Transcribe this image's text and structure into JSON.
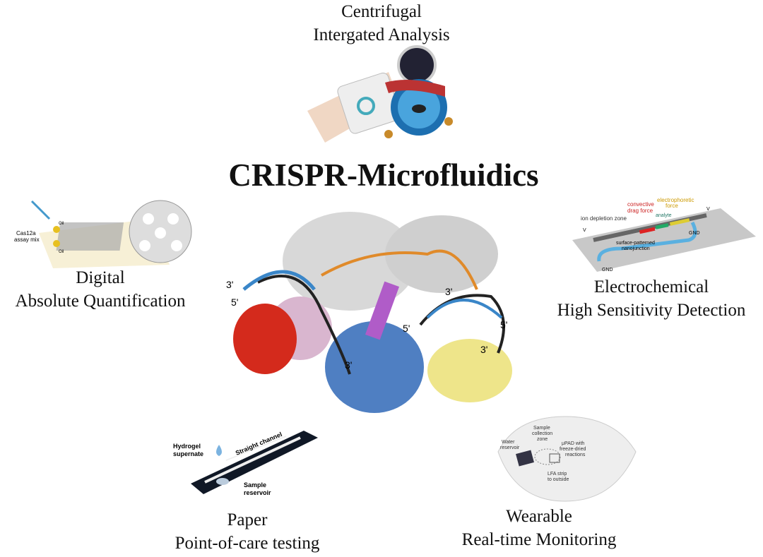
{
  "title": "CRISPR-Microfluidics",
  "panels": {
    "centrifugal": {
      "line1": "Centrifugal",
      "line2": "Intergated Analysis"
    },
    "digital": {
      "line1": "Digital",
      "line2": "Absolute Quantification",
      "fig_labels": [
        "Cas12a",
        "assay mix",
        "Oil",
        "Oil"
      ]
    },
    "electrochemical": {
      "line1": "Electrochemical",
      "line2": "High Sensitivity Detection",
      "fig_labels": [
        "ion depletion zone",
        "convective",
        "drag force",
        "electrophoretic",
        "force",
        "analyte",
        "V",
        "V",
        "GND",
        "GND",
        "surface-patterned",
        "nanojunction"
      ]
    },
    "paper": {
      "line1": "Paper",
      "line2": "Point-of-care testing",
      "fig_labels": [
        "Hydrogel",
        "supernate",
        "Straight channel",
        "Sample",
        "reservoir"
      ]
    },
    "wearable": {
      "line1": "Wearable",
      "line2": "Real-time Monitoring",
      "fig_labels": [
        "Water",
        "reservoir",
        "Sample",
        "collection",
        "zone",
        "μPAD with",
        "freeze-dried",
        "reactions",
        "LFA strip",
        "to outside"
      ]
    }
  },
  "protein": {
    "strand_labels": [
      "3'",
      "5'",
      "3'",
      "3'",
      "5'",
      "5'",
      "3'"
    ]
  },
  "colors": {
    "red": "#d42a1c",
    "blue": "#4f7fc2",
    "yellow": "#eee58a",
    "pink": "#d9b6cf",
    "orange": "#e08a2a",
    "purple": "#b05cc8",
    "gray": "#c9c9c9"
  }
}
